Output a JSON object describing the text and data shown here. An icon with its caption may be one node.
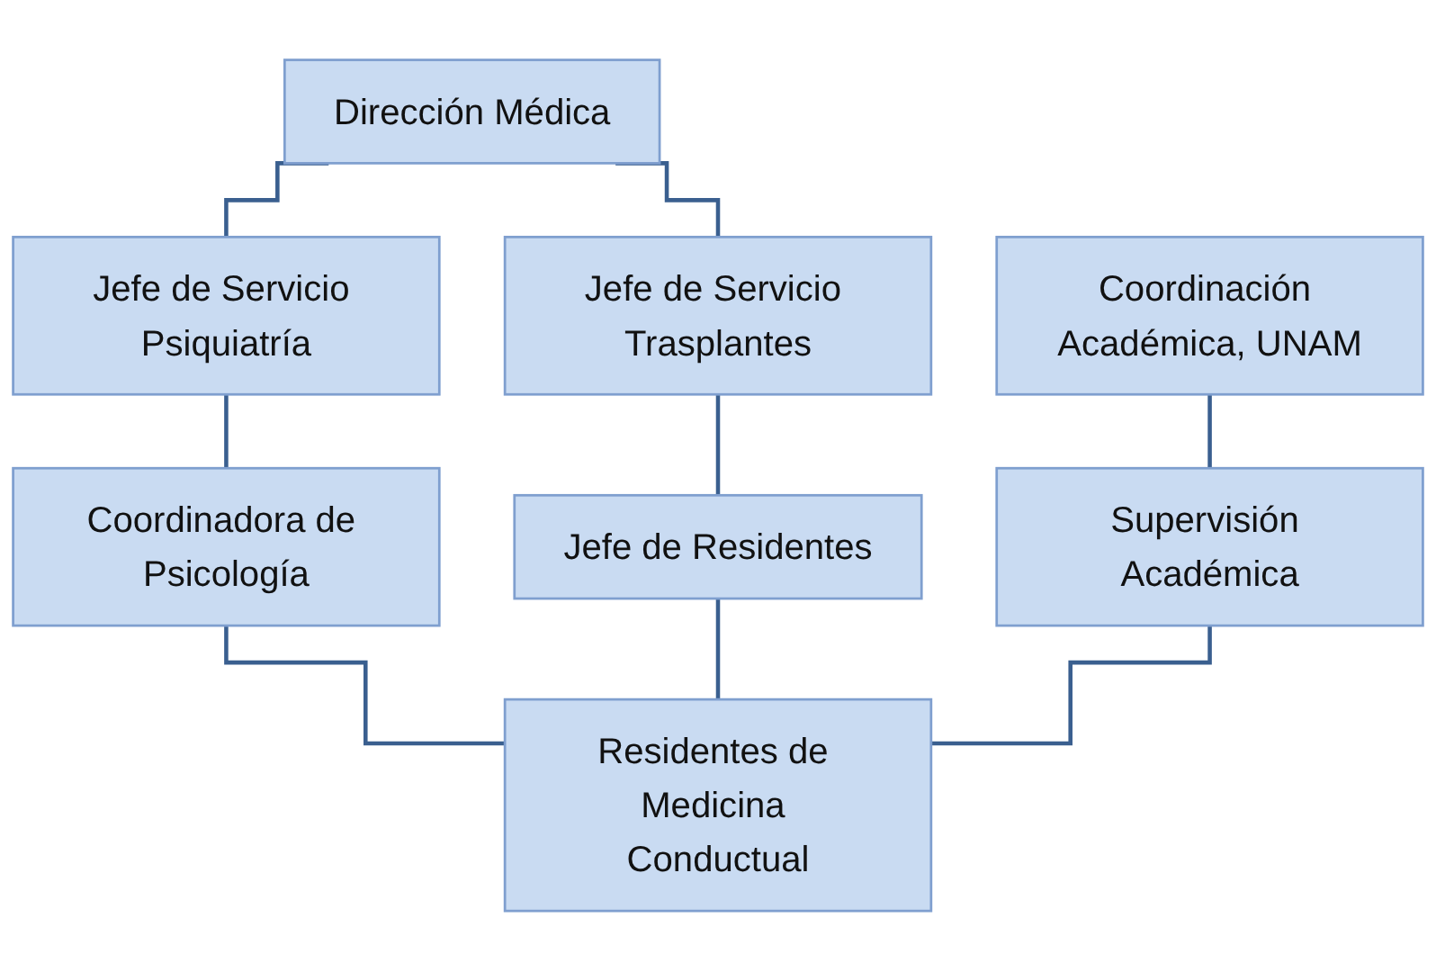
{
  "diagram": {
    "nodes": [
      {
        "text": [
          "Dirección Médica"
        ]
      },
      {
        "text": [
          "Coordinación Académica, UNAM"
        ]
      },
      {
        "text": [
          "Jefe de Servicio Trasplantes"
        ]
      },
      {
        "text": [
          "Jefe de Servicio Psiquiatría"
        ]
      },
      {
        "text": [
          "Supervisión Académica"
        ]
      },
      {
        "text": [
          "Jefe de Residentes"
        ]
      },
      {
        "text": [
          "Coordinadora de Psicología"
        ]
      },
      {
        "text": [
          "Residentes de Medicina Conductual"
        ]
      }
    ],
    "edges": [
      {
        "from": 0,
        "to": 2,
        "arrow": "none"
      },
      {
        "from": 0,
        "to": 3,
        "arrow": "none"
      },
      {
        "from": 1,
        "to": 4,
        "arrow": "none"
      },
      {
        "from": 2,
        "to": 5,
        "arrow": "none"
      },
      {
        "from": 3,
        "to": 6,
        "arrow": "none"
      },
      {
        "from": 6,
        "to": 7,
        "arrow": "none"
      },
      {
        "from": 5,
        "to": 7,
        "arrow": "none"
      },
      {
        "from": 4,
        "to": 7,
        "arrow": "none"
      }
    ]
  }
}
